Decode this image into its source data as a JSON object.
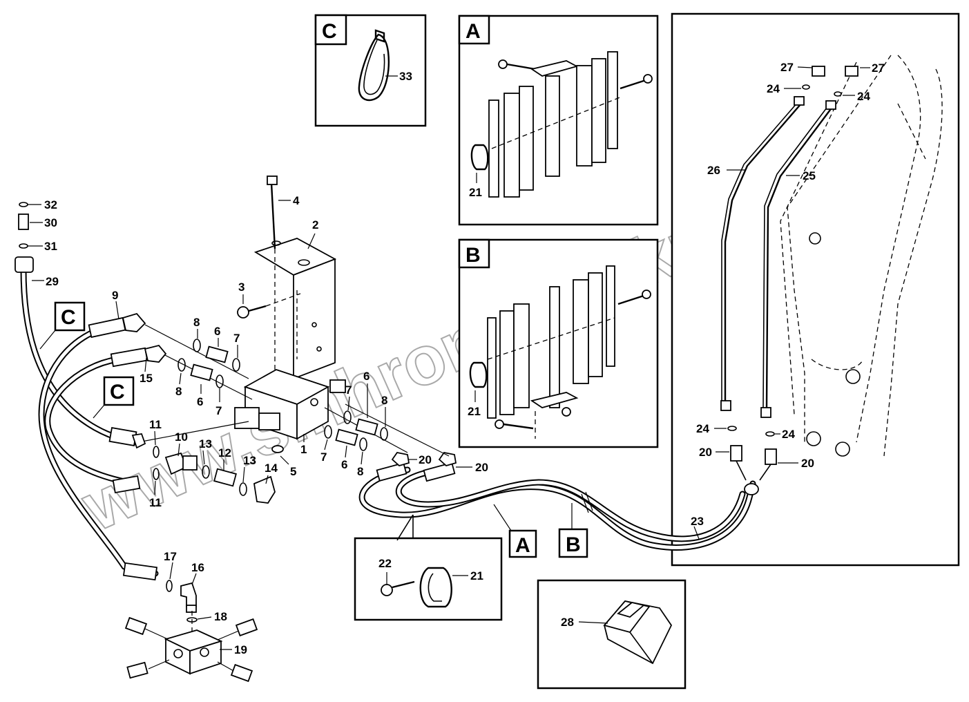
{
  "watermark": "www.sinhron-tool.kz",
  "detail_letters": {
    "A": "A",
    "B": "B",
    "C": "C"
  },
  "callouts": {
    "n1": "1",
    "n2": "2",
    "n3": "3",
    "n4": "4",
    "n5": "5",
    "n6": "6",
    "n7": "7",
    "n8": "8",
    "n9": "9",
    "n10": "10",
    "n11": "11",
    "n12": "12",
    "n13": "13",
    "n14": "14",
    "n15": "15",
    "n16": "16",
    "n17": "17",
    "n18": "18",
    "n19": "19",
    "n20": "20",
    "n21": "21",
    "n22": "22",
    "n23": "23",
    "n24": "24",
    "n25": "25",
    "n26": "26",
    "n27": "27",
    "n28": "28",
    "n29": "29",
    "n30": "30",
    "n31": "31",
    "n32": "32",
    "n33": "33"
  }
}
